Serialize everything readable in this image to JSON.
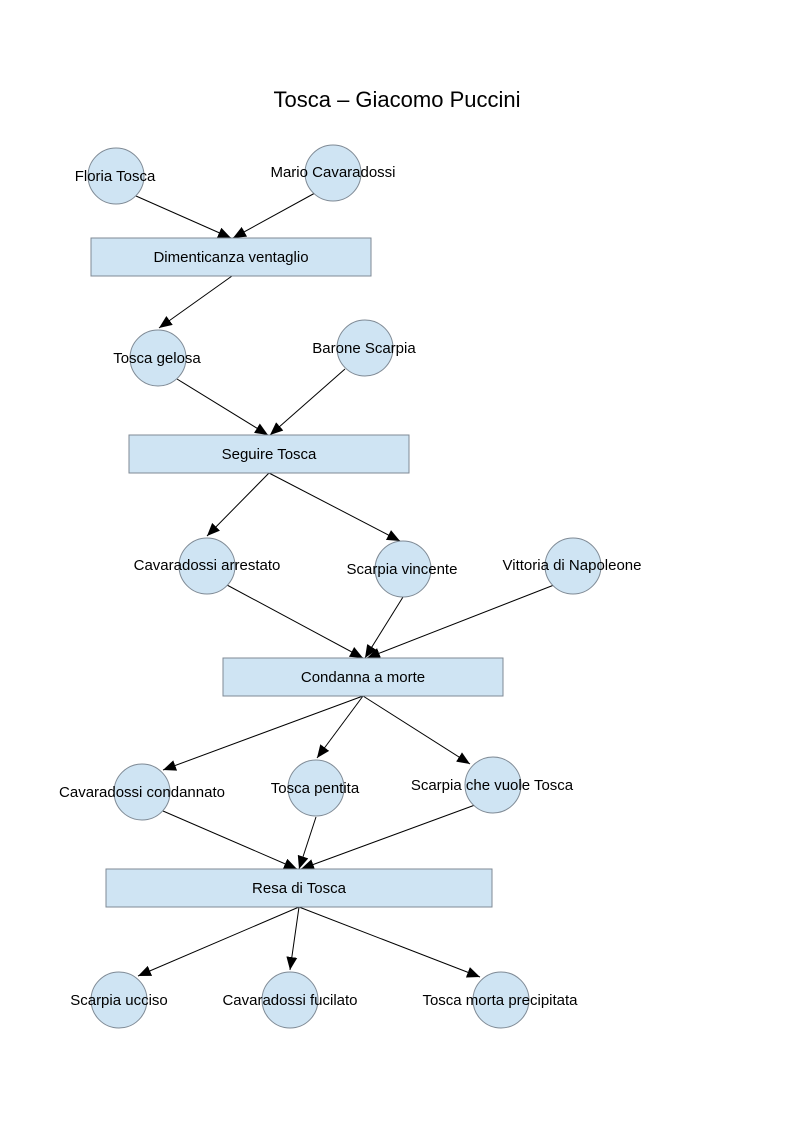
{
  "title": "Tosca – Giacomo Puccini",
  "colors": {
    "node_fill": "#cfe4f3",
    "node_stroke": "#7f8a95",
    "edge": "#000000",
    "text": "#000000"
  },
  "circles": {
    "floria_tosca": "Floria Tosca",
    "mario_cavaradossi": "Mario Cavaradossi",
    "tosca_gelosa": "Tosca gelosa",
    "barone_scarpia": "Barone Scarpia",
    "cavaradossi_arrestato": "Cavaradossi arrestato",
    "scarpia_vincente": "Scarpia vincente",
    "vittoria_napoleone": "Vittoria di Napoleone",
    "cavaradossi_condannato": "Cavaradossi condannato",
    "tosca_pentita": "Tosca pentita",
    "scarpia_vuole_tosca": "Scarpia che vuole Tosca",
    "scarpia_ucciso": "Scarpia ucciso",
    "cavaradossi_fucilato": "Cavaradossi fucilato",
    "tosca_morta": "Tosca morta precipitata"
  },
  "boxes": {
    "dimenticanza_ventaglio": "Dimenticanza ventaglio",
    "seguire_tosca": "Seguire Tosca",
    "condanna_morte": "Condanna a morte",
    "resa_tosca": "Resa di Tosca"
  },
  "edges": [
    {
      "from": "Floria Tosca",
      "to": "Dimenticanza ventaglio"
    },
    {
      "from": "Mario Cavaradossi",
      "to": "Dimenticanza ventaglio"
    },
    {
      "from": "Dimenticanza ventaglio",
      "to": "Tosca gelosa"
    },
    {
      "from": "Tosca gelosa",
      "to": "Seguire Tosca"
    },
    {
      "from": "Barone Scarpia",
      "to": "Seguire Tosca"
    },
    {
      "from": "Seguire Tosca",
      "to": "Cavaradossi arrestato"
    },
    {
      "from": "Seguire Tosca",
      "to": "Scarpia vincente"
    },
    {
      "from": "Cavaradossi arrestato",
      "to": "Condanna a morte"
    },
    {
      "from": "Scarpia vincente",
      "to": "Condanna a morte"
    },
    {
      "from": "Vittoria di Napoleone",
      "to": "Condanna a morte"
    },
    {
      "from": "Condanna a morte",
      "to": "Cavaradossi condannato"
    },
    {
      "from": "Condanna a morte",
      "to": "Tosca pentita"
    },
    {
      "from": "Condanna a morte",
      "to": "Scarpia che vuole Tosca"
    },
    {
      "from": "Cavaradossi condannato",
      "to": "Resa di Tosca"
    },
    {
      "from": "Tosca pentita",
      "to": "Resa di Tosca"
    },
    {
      "from": "Scarpia che vuole Tosca",
      "to": "Resa di Tosca"
    },
    {
      "from": "Resa di Tosca",
      "to": "Scarpia ucciso"
    },
    {
      "from": "Resa di Tosca",
      "to": "Cavaradossi fucilato"
    },
    {
      "from": "Resa di Tosca",
      "to": "Tosca morta precipitata"
    }
  ]
}
